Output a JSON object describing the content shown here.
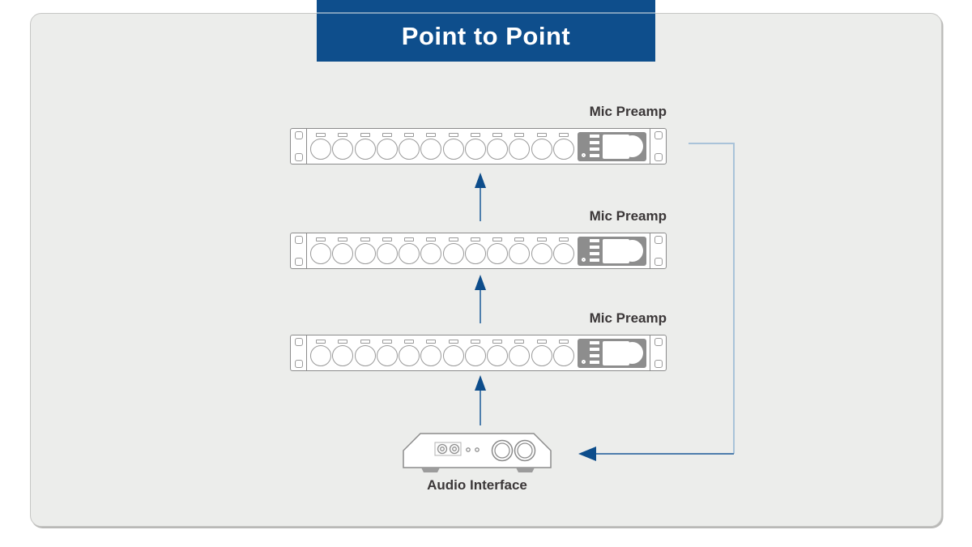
{
  "title": {
    "label": "Point to Point"
  },
  "colors": {
    "banner_bg": "#0e4e8c",
    "banner_text": "#ffffff",
    "panel_bg": "#ecedeb",
    "panel_border": "#c6c6c4",
    "device_outline": "#8b8b8b",
    "arrow_line": "#4f7fad",
    "arrow_head": "#0d4d8b",
    "return_line_light": "#a9c3d9",
    "return_line_mid": "#4e7dac",
    "label_text": "#3b3738",
    "control_panel_bg": "#8d8d8d"
  },
  "devices": {
    "preamps": [
      {
        "label": "Mic Preamp"
      },
      {
        "label": "Mic Preamp"
      },
      {
        "label": "Mic Preamp"
      }
    ],
    "preamp_knob_count": 12,
    "audio_interface": {
      "label": "Audio Interface"
    }
  },
  "connections": [
    {
      "from": "audio-interface",
      "to": "mic-preamp-3",
      "style": "up-arrow"
    },
    {
      "from": "mic-preamp-3",
      "to": "mic-preamp-2",
      "style": "up-arrow"
    },
    {
      "from": "mic-preamp-2",
      "to": "mic-preamp-1",
      "style": "up-arrow"
    },
    {
      "from": "mic-preamp-1",
      "to": "audio-interface",
      "style": "return-loop"
    }
  ]
}
